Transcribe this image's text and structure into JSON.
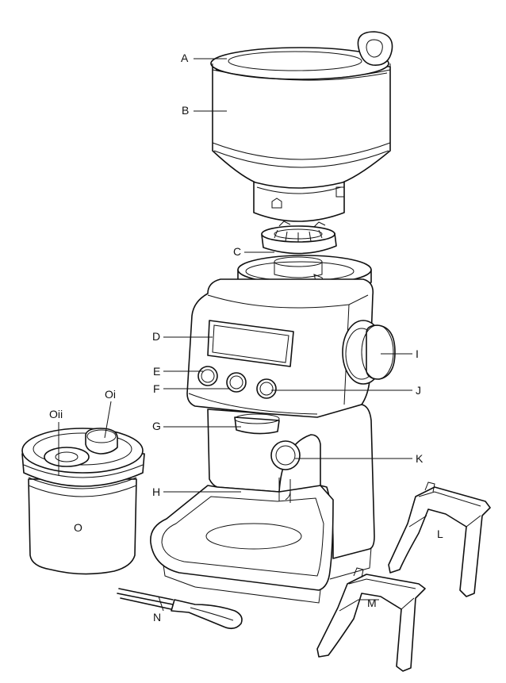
{
  "labels": {
    "A": "A",
    "B": "B",
    "C": "C",
    "D": "D",
    "E": "E",
    "F": "F",
    "G": "G",
    "H": "H",
    "I": "I",
    "J": "J",
    "K": "K",
    "L": "L",
    "M": "M",
    "N": "N",
    "O": "O",
    "Oi": "Oi",
    "Oii": "Oii"
  }
}
